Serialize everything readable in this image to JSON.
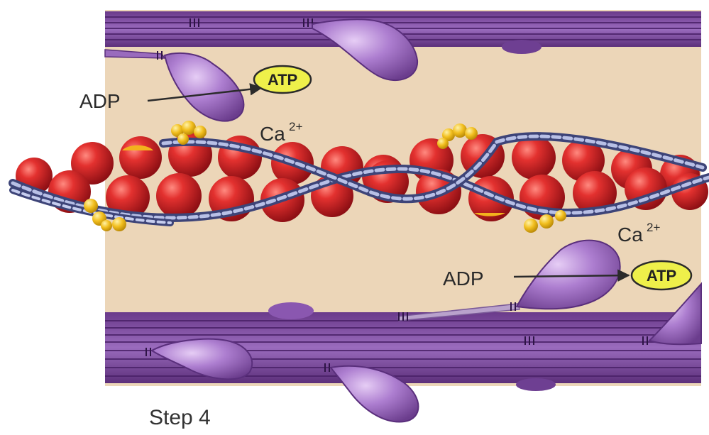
{
  "labels": {
    "adp_top": "ADP",
    "atp_top": "ATP",
    "calcium_top": "Ca",
    "calcium_top_charge": "2+",
    "calcium_bottom": "Ca",
    "calcium_bottom_charge": "2+",
    "adp_bottom": "ADP",
    "atp_bottom": "ATP",
    "step": "Step 4"
  },
  "colors": {
    "background": "#ecd6b8",
    "myosin_filament": "#7d4a9c",
    "myosin_head": "#a06fc4",
    "actin_bead": "#d3252a",
    "tropomyosin": "#6f77a8",
    "troponin": "#f2bf1f",
    "atp_badge": "#eef04a"
  }
}
